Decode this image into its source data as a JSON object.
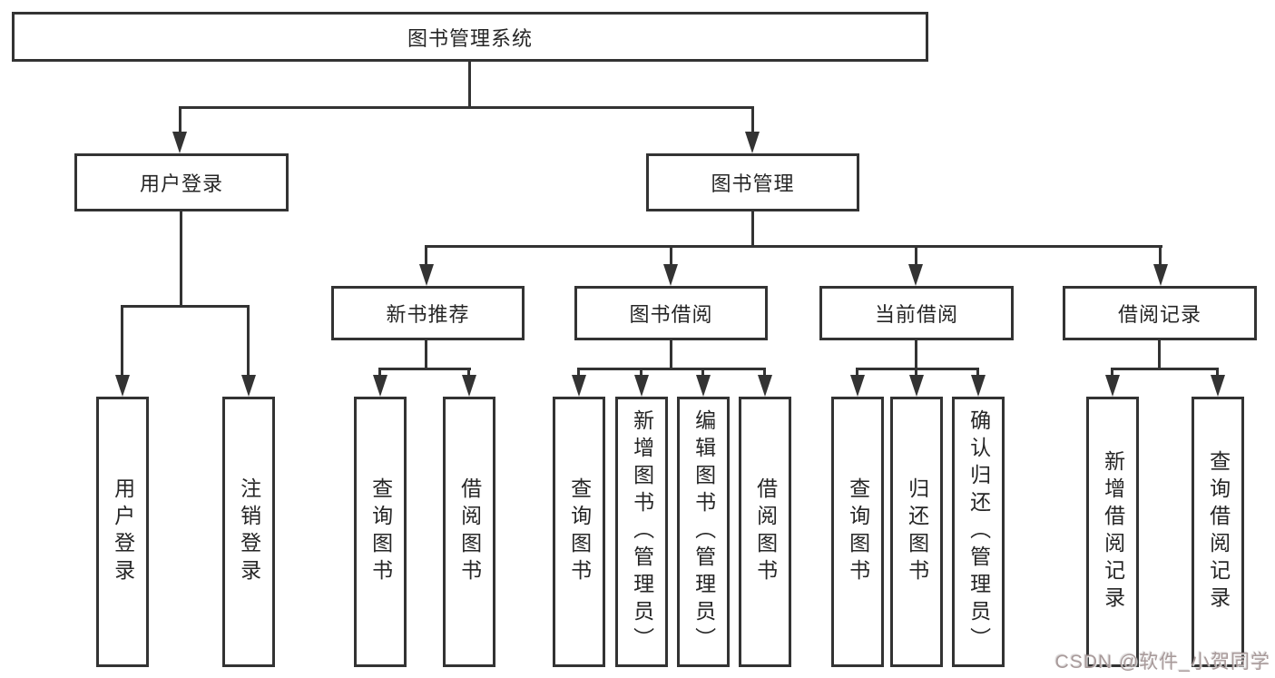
{
  "diagram_type": "hierarchy-tree",
  "tree": {
    "root": {
      "label": "图书管理系统",
      "children": [
        {
          "label": "用户登录",
          "children": [
            {
              "label": "用户登录"
            },
            {
              "label": "注销登录"
            }
          ]
        },
        {
          "label": "图书管理",
          "children": [
            {
              "label": "新书推荐",
              "children": [
                {
                  "label": "查询图书"
                },
                {
                  "label": "借阅图书"
                }
              ]
            },
            {
              "label": "图书借阅",
              "children": [
                {
                  "label": "查询图书"
                },
                {
                  "label": "新增图书（管理员）"
                },
                {
                  "label": "编辑图书（管理员）"
                },
                {
                  "label": "借阅图书"
                }
              ]
            },
            {
              "label": "当前借阅",
              "children": [
                {
                  "label": "查询图书"
                },
                {
                  "label": "归还图书"
                },
                {
                  "label": "确认归还（管理员）"
                }
              ]
            },
            {
              "label": "借阅记录",
              "children": [
                {
                  "label": "新增借阅记录"
                },
                {
                  "label": "查询借阅记录"
                }
              ]
            }
          ]
        }
      ]
    }
  },
  "watermark": {
    "text": "CSDN @软件_小贺同学"
  },
  "colors": {
    "line": "#333333",
    "text": "#262626",
    "bg": "#ffffff",
    "wm": "#a89a9a"
  }
}
